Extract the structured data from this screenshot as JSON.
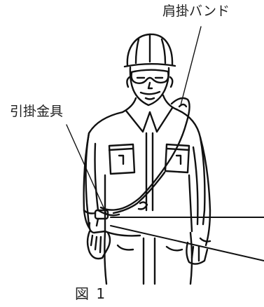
{
  "figure": {
    "labels": {
      "shoulder_band": "肩掛バンド",
      "hook_fitting": "引掛金具"
    },
    "caption": "図 1"
  },
  "colors": {
    "line": "#111111",
    "text": "#222222",
    "background": "#ffffff"
  }
}
